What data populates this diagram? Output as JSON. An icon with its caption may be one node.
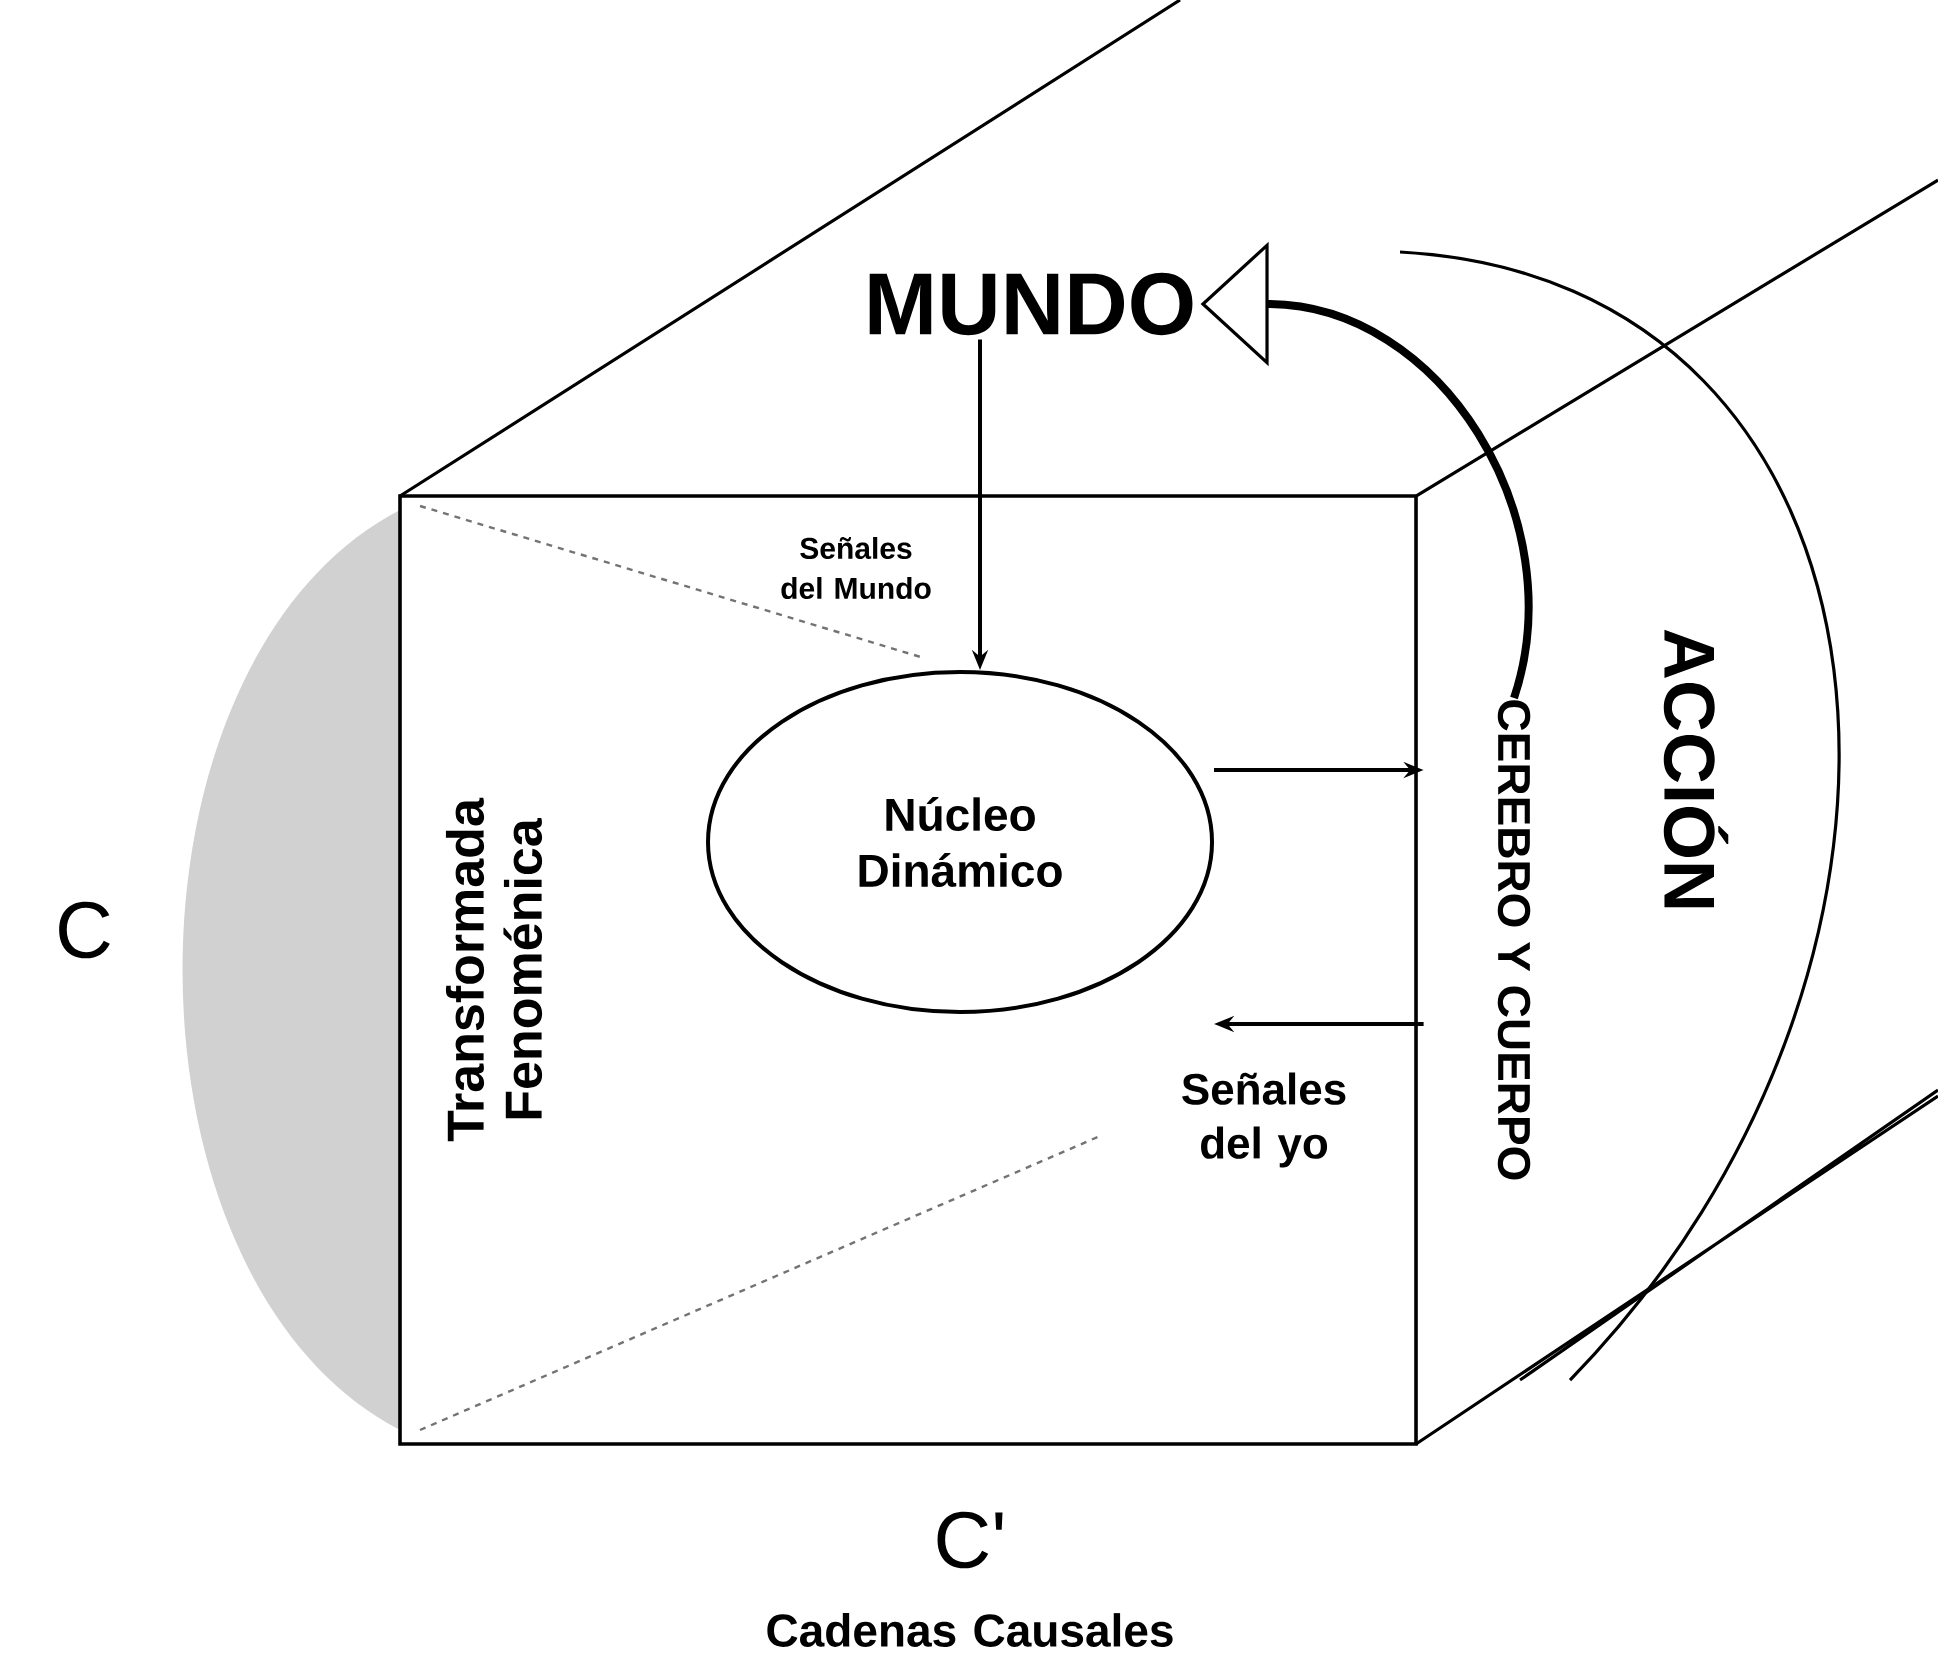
{
  "diagram": {
    "nodes": [
      {
        "text": [
          "MUNDO"
        ]
      },
      {
        "text": [],
        "shape": "box"
      },
      {
        "text": [
          "Núcleo Dinámico"
        ],
        "in": 1
      },
      {
        "text": [
          "CEREBRO Y CUERPO"
        ]
      }
    ],
    "edges": [
      {
        "from": 0,
        "to": 2,
        "arrow": "to",
        "label": "Señales del Mundo"
      },
      {
        "from": 2,
        "to": 3,
        "arrow": "to"
      },
      {
        "from": 3,
        "to": 2,
        "arrow": "to",
        "label": "Señales del yo"
      },
      {
        "from": 3,
        "to": 0,
        "arrow": "to",
        "label": "ACCIÓN",
        "style": "thick"
      }
    ],
    "labels": [
      "Transformada Fenoménica",
      "C",
      "C'",
      "Cadenas Causales"
    ]
  }
}
